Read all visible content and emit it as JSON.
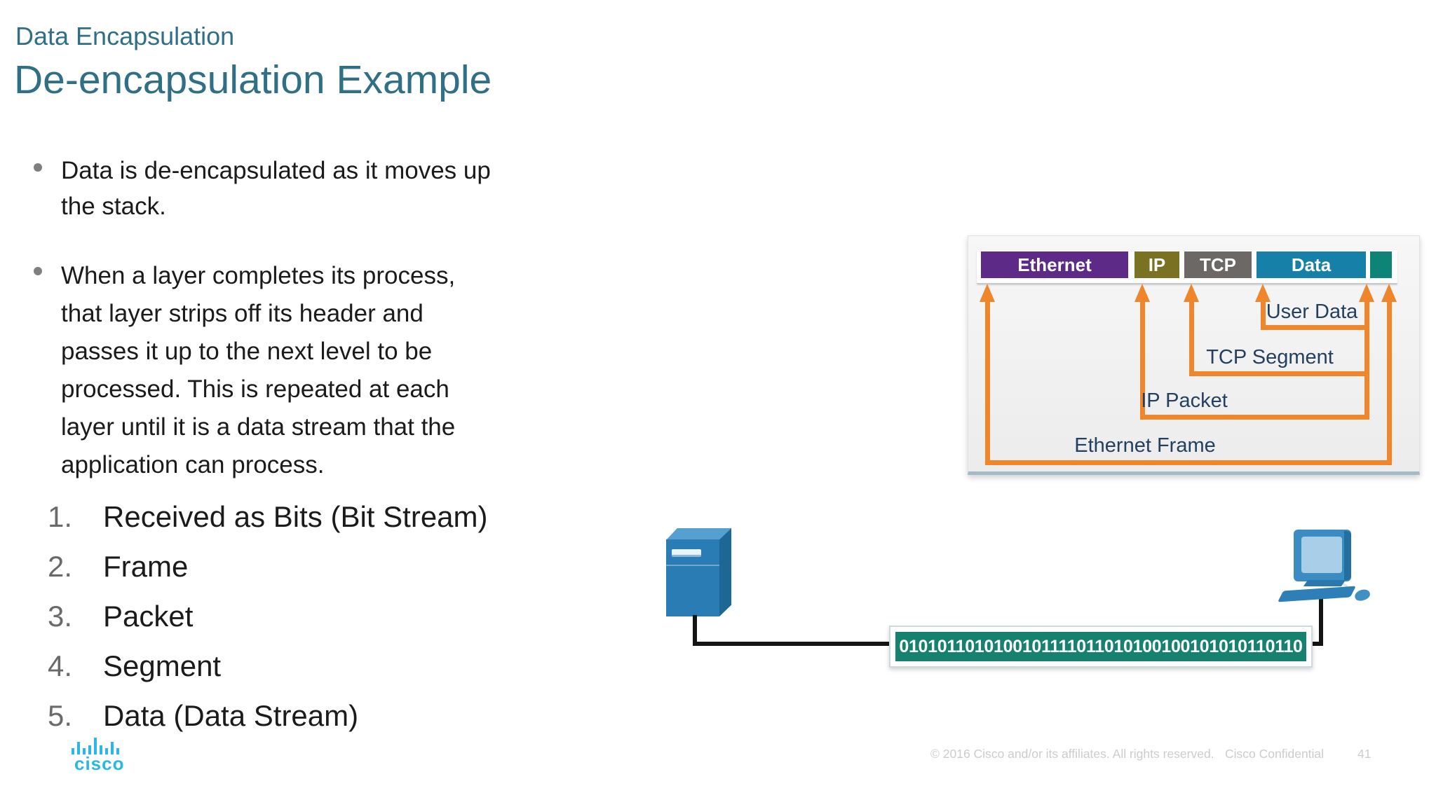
{
  "slide": {
    "kicker": "Data Encapsulation",
    "title": "De-encapsulation Example",
    "bullets": [
      {
        "text": "Data is de-encapsulated as it moves up\nthe stack."
      },
      {
        "text": "When a layer completes its process,\nthat layer strips off its header and\npasses it up to the next level to be\nprocessed. This is repeated at each\nlayer until it is a data stream that the\napplication can process."
      }
    ],
    "numbered_list": [
      {
        "num": "1.",
        "text": "Received as Bits (Bit Stream)"
      },
      {
        "num": "2.",
        "text": "Frame"
      },
      {
        "num": "3.",
        "text": "Packet"
      },
      {
        "num": "4.",
        "text": "Segment"
      },
      {
        "num": "5.",
        "text": "Data (Data Stream)"
      }
    ]
  },
  "stack_diagram": {
    "segments": [
      {
        "label": "Ethernet",
        "color": "#5e2a88"
      },
      {
        "label": "IP",
        "color": "#7b7123"
      },
      {
        "label": "TCP",
        "color": "#6b6865"
      },
      {
        "label": "Data",
        "color": "#1680a8"
      },
      {
        "label": "",
        "color": "#0e8476"
      }
    ],
    "brackets": [
      {
        "label": "User Data"
      },
      {
        "label": "TCP Segment"
      },
      {
        "label": "IP Packet"
      },
      {
        "label": "Ethernet Frame"
      }
    ],
    "arrow_color": "#f0862b",
    "label_color": "#24405f"
  },
  "network_diagram": {
    "binary_string": "0101011010100101111011010100100101010110110",
    "box_color": "#16816f"
  },
  "footer": {
    "copyright": "© 2016  Cisco and/or its affiliates. All rights reserved.",
    "confidential": "Cisco Confidential",
    "page_number": "41",
    "logo_text": "cisco",
    "logo_color": "#29b7ea"
  },
  "colors": {
    "title_teal": "#2f7087",
    "body_text": "#1b1b1b"
  }
}
